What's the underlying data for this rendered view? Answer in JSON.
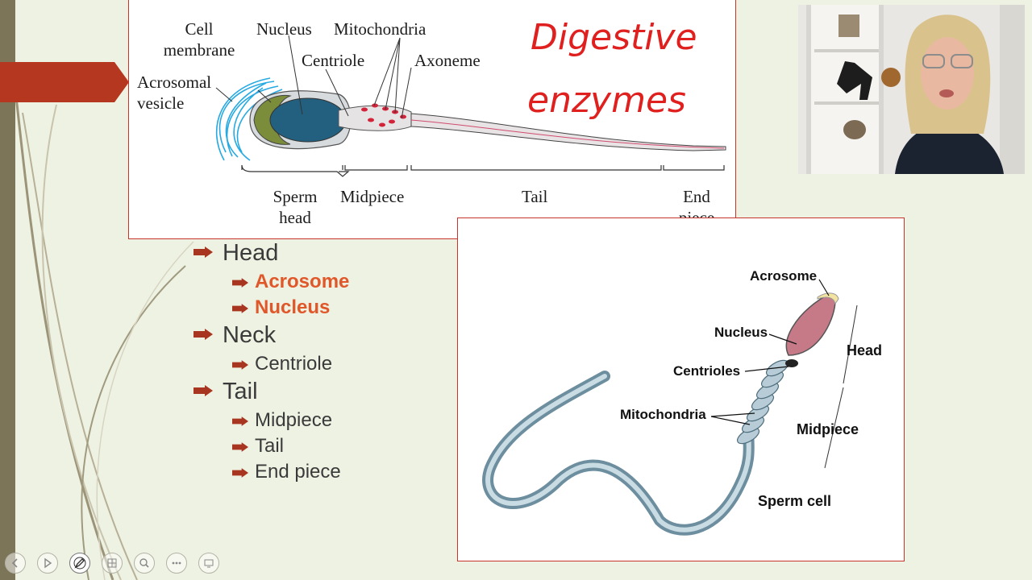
{
  "top_diagram": {
    "labels": {
      "cell_membrane": "Cell\nmembrane",
      "nucleus": "Nucleus",
      "mitochondria": "Mitochondria",
      "centriole": "Centriole",
      "axoneme": "Axoneme",
      "acrosomal_vesicle": "Acrosomal\nvesicle",
      "sperm_head": "Sperm\nhead",
      "midpiece": "Midpiece",
      "tail": "Tail",
      "end_piece": "End\npiece"
    },
    "handwriting": [
      "Digestive",
      "enzymes"
    ]
  },
  "bullets": [
    {
      "level": 1,
      "text": "Head",
      "highlight": false
    },
    {
      "level": 2,
      "text": "Acrosome",
      "highlight": true
    },
    {
      "level": 2,
      "text": "Nucleus",
      "highlight": true
    },
    {
      "level": 1,
      "text": "Neck",
      "highlight": false
    },
    {
      "level": 2,
      "text": "Centriole",
      "highlight": false
    },
    {
      "level": 1,
      "text": "Tail",
      "highlight": false
    },
    {
      "level": 2,
      "text": "Midpiece",
      "highlight": false
    },
    {
      "level": 2,
      "text": "Tail",
      "highlight": false
    },
    {
      "level": 2,
      "text": "End piece",
      "highlight": false
    }
  ],
  "right_diagram": {
    "labels": {
      "acrosome": "Acrosome",
      "nucleus": "Nucleus",
      "head": "Head",
      "centrioles": "Centrioles",
      "mitochondria": "Mitochondria",
      "midpiece": "Midpiece",
      "caption": "Sperm cell"
    }
  },
  "controls": [
    "previous-slide",
    "next-slide",
    "pen-tool",
    "see-all-slides",
    "zoom",
    "more-options",
    "display-settings"
  ],
  "colors": {
    "background": "#eef2e3",
    "accent": "#b5371f",
    "panel_border": "#c8332b",
    "bullet_arrow": "#a8351f",
    "highlight_text": "#e0572a",
    "handwriting": "#e0201e"
  }
}
